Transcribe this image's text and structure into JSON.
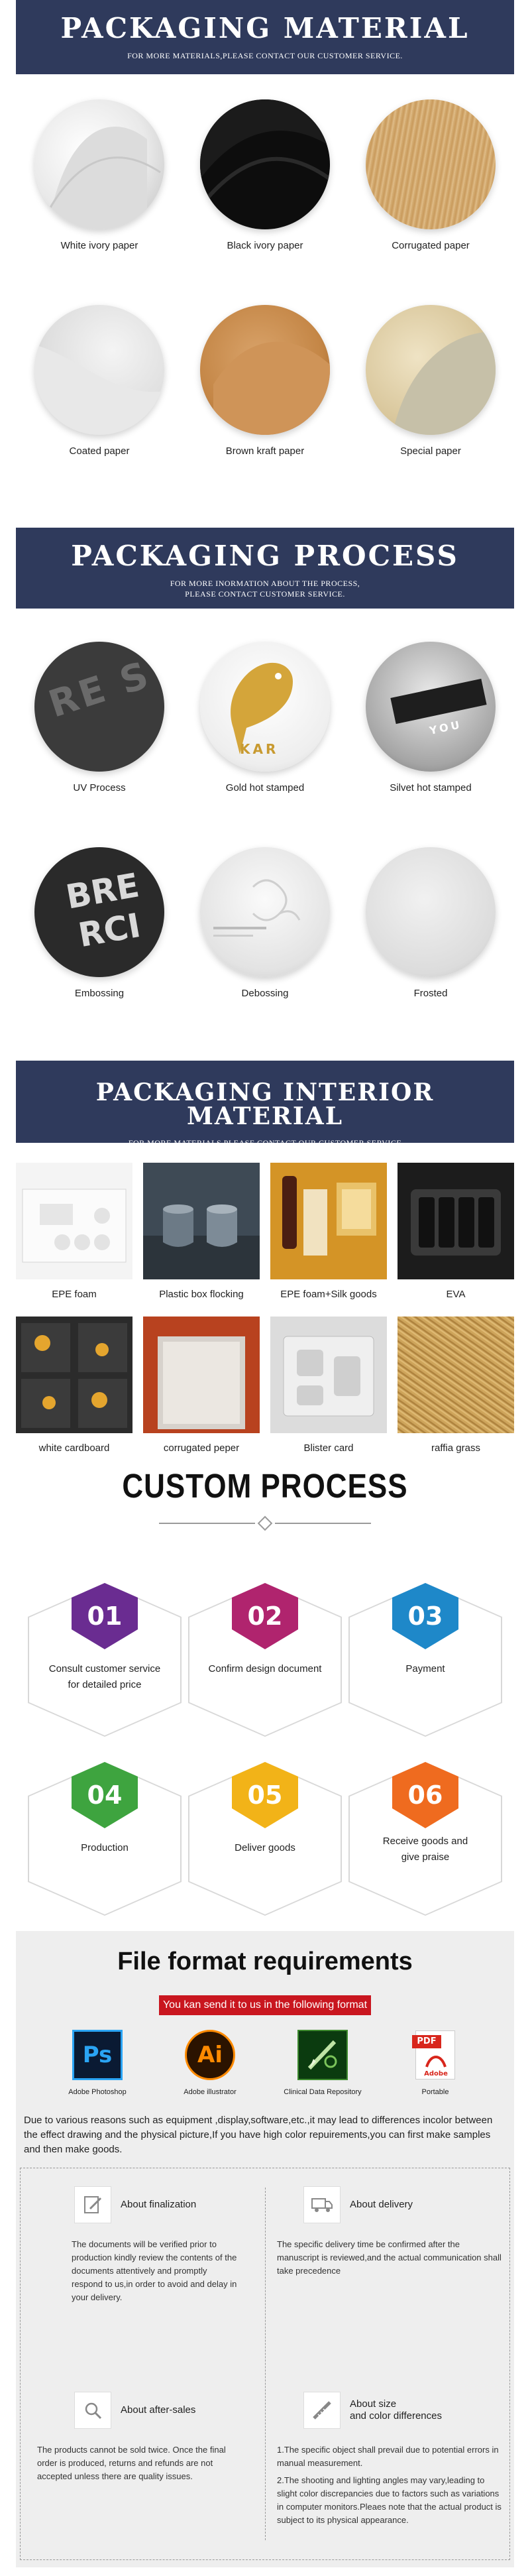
{
  "material": {
    "title": "PACKAGING MATERIAL",
    "subtitle": "FOR MORE MATERIALS,PLEASE CONTACT OUR CUSTOMER SERVICE.",
    "items": [
      {
        "label": "White ivory paper"
      },
      {
        "label": "Black  ivory paper"
      },
      {
        "label": "Corrugated paper"
      },
      {
        "label": "Coated paper"
      },
      {
        "label": "Brown kraft paper"
      },
      {
        "label": "Special paper"
      }
    ]
  },
  "process": {
    "title": "PACKAGING PROCESS",
    "subtitle_line1": "FOR MORE INORMATION ABOUT THE PROCESS,",
    "subtitle_line2": "PLEASE CONTACT CUSTOMER SERVICE.",
    "items": [
      {
        "label": "UV Process",
        "sample_text": "RE S"
      },
      {
        "label": "Gold hot stamped",
        "sample_text": "KAR"
      },
      {
        "label": "Silvet hot stamped",
        "sample_text": "YOU"
      },
      {
        "label": "Embossing",
        "sample_text": "BRE RCI"
      },
      {
        "label": "Debossing"
      },
      {
        "label": "Frosted"
      }
    ]
  },
  "interior": {
    "title": "PACKAGING INTERIOR MATERIAL",
    "subtitle": "FOR MORE MATERIALS,PLEASE CONTACT OUR CUSTOMER SERVICE",
    "items": [
      {
        "label": "EPE foam"
      },
      {
        "label": "Plastic box flocking"
      },
      {
        "label": "EPE foam+Silk goods"
      },
      {
        "label": "EVA"
      },
      {
        "label": "white cardboard"
      },
      {
        "label": "corrugated peper"
      },
      {
        "label": "Blister card"
      },
      {
        "label": "raffia grass"
      }
    ]
  },
  "custom": {
    "title": "CUSTOM PROCESS",
    "steps": [
      {
        "num": "01",
        "line1": "Consult customer service",
        "line2": "for detailed price",
        "color": "#6a2c91"
      },
      {
        "num": "02",
        "line1": "Confirm design document",
        "line2": "",
        "color": "#b0246e"
      },
      {
        "num": "03",
        "line1": "Payment",
        "line2": "",
        "color": "#1e88c9"
      },
      {
        "num": "04",
        "line1": "Production",
        "line2": "",
        "color": "#3ea43f"
      },
      {
        "num": "05",
        "line1": "Deliver goods",
        "line2": "",
        "color": "#f2b318"
      },
      {
        "num": "06",
        "line1": "Receive goods and",
        "line2": "give praise",
        "color": "#ef6b1f"
      }
    ]
  },
  "fileformat": {
    "title": "File format requirements",
    "banner": "You kan send it to us in the following format",
    "software": [
      {
        "label": "Adobe Photoshop",
        "glyph": "Ps"
      },
      {
        "label": "Adobe illustrator",
        "glyph": "Ai"
      },
      {
        "label": "Clinical Data Repository",
        "glyph": ""
      },
      {
        "label": "Portable",
        "glyph": "PDF",
        "sub": "Adobe"
      }
    ],
    "note": "Due to various reasons such as equipment ,display,software,etc.,it may lead to differences incolor between the effect drawing and the physical picture,If you have high color repuirements,you can first make samples and then make goods.",
    "blocks": [
      {
        "title": "About finalization",
        "body": "The documents will be verified prior to production kindly review the contents of the documents attentively and promptly respond to us,in order to avoid and delay in your delivery."
      },
      {
        "title": "About delivery",
        "body": "The specific delivery time be confirmed after the manuscript is reviewed,and the actual communication shall take precedence"
      },
      {
        "title": "About after-sales",
        "body": "The products cannot be sold twice. Once the final order is produced, returns and refunds are  not accepted unless there are quality issues."
      },
      {
        "title": "About size",
        "title2": "and color differences",
        "body": "1.The specific object shall prevail due to potential errors in manual measurement.",
        "body2": "2.The shooting and lighting angles may vary,leading to slight color discrepancies due to factors such as variations in computer monitors.Pleaes note that the actual product is subject to its physical appearance."
      }
    ]
  },
  "colors": {
    "banner_bg": "#2f3a5c",
    "red_banner": "#c9161f",
    "panel_bg": "#eeeeee"
  }
}
